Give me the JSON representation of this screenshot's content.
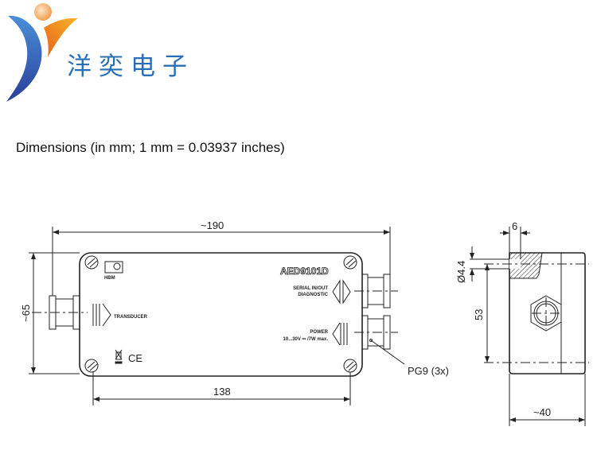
{
  "logo": {
    "company_name": "洋奕电子",
    "colors": {
      "blue": "#2a6fb5",
      "orange": "#f08a1c"
    }
  },
  "title": "Dimensions (in mm; 1 mm = 0.03937 inches)",
  "front_view": {
    "model": "AED9101D",
    "brand": "HBM",
    "labels": {
      "transducer": "TRANSDUCER",
      "serial": "SERIAL IN/OUT",
      "diagnostic": "DIAGNOSTIC",
      "power": "POWER",
      "power_spec": "10...30V ⎓ /7W max.",
      "ce": "CE"
    },
    "dimensions": {
      "length": "~190",
      "height": "~65",
      "hole_spacing": "138"
    },
    "connector_note": "PG9 (3x)"
  },
  "side_view": {
    "dimensions": {
      "offset": "6",
      "hole": "Ø4.4",
      "hole_spacing": "53",
      "depth": "~40"
    }
  }
}
